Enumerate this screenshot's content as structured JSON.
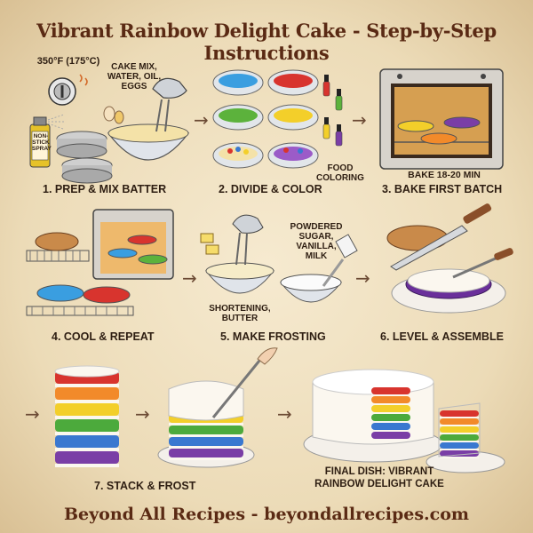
{
  "title": "Vibrant Rainbow Delight Cake - Step-by-Step Instructions",
  "footer": "Beyond All Recipes - beyondallrecipes.com",
  "steps": [
    {
      "caption": "1. PREP & MIX BATTER",
      "notes": {
        "temp": "350°F (175°C)",
        "ingredients": "CAKE MIX, WATER, OIL, EGGS",
        "spray": "NON-STICK SPRAY"
      }
    },
    {
      "caption": "2. DIVIDE & COLOR",
      "notes": {
        "food": "FOOD COLORING"
      }
    },
    {
      "caption": "3. BAKE FIRST BATCH",
      "notes": {
        "bake": "BAKE 18-20 MIN"
      }
    },
    {
      "caption": "4. COOL & REPEAT"
    },
    {
      "caption": "5. MAKE FROSTING",
      "notes": {
        "powdered": "POWDERED SUGAR, VANILLA, MILK",
        "shortening": "SHORTENING, BUTTER"
      }
    },
    {
      "caption": "6. LEVEL & ASSEMBLE"
    },
    {
      "caption": "7. STACK & FROST"
    },
    {
      "caption": "FINAL DISH: VIBRANT RAINBOW DELIGHT CAKE"
    }
  ],
  "layer_colors": [
    "#d8342e",
    "#f28a2a",
    "#f3cf2a",
    "#4caa3c",
    "#3a78d0",
    "#7a3ea6"
  ],
  "icons": [
    "oven-dial-icon",
    "spray-can-icon",
    "cake-pan-icon",
    "mixer-icon",
    "egg-icon",
    "bowl-icon",
    "dropper-icon",
    "oven-icon",
    "cooling-rack-icon",
    "butter-icon",
    "milk-jug-icon",
    "knife-icon",
    "spatula-icon",
    "layer-cake-icon",
    "cake-slice-icon",
    "arrow-icon"
  ]
}
